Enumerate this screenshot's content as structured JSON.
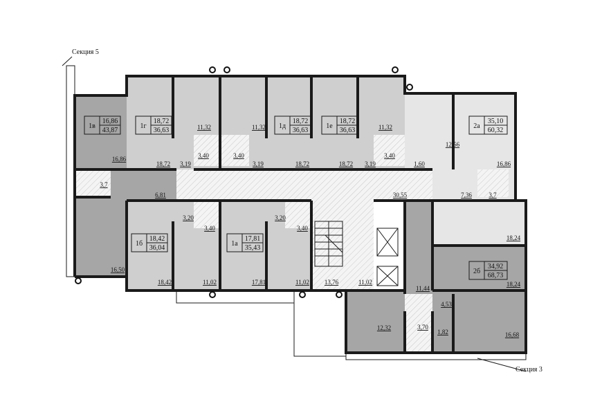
{
  "sections": {
    "left": "Секция 5",
    "right": "Секция 3"
  },
  "apartments": [
    {
      "id": "1в",
      "living": "16,86",
      "total": "43,87"
    },
    {
      "id": "1г",
      "living": "18,72",
      "total": "36,63"
    },
    {
      "id": "1д",
      "living": "18,72",
      "total": "36,63"
    },
    {
      "id": "1е",
      "living": "18,72",
      "total": "36,63"
    },
    {
      "id": "2а",
      "living": "35,10",
      "total": "60,32"
    },
    {
      "id": "1б",
      "living": "18,42",
      "total": "36,04"
    },
    {
      "id": "1а",
      "living": "17,81",
      "total": "35,43"
    },
    {
      "id": "2б",
      "living": "34,92",
      "total": "68,73"
    }
  ],
  "areas": [
    "16,86",
    "18,72",
    "11,32",
    "11,32",
    "3,40",
    "3,40",
    "3,19",
    "3,19",
    "18,72",
    "18,72",
    "3,19",
    "11,32",
    "3,40",
    "12,56",
    "1,60",
    "16,86",
    "3,7",
    "6,81",
    "30,55",
    "7,36",
    "3,7",
    "18,24",
    "3,20",
    "3,40",
    "3,20",
    "3,40",
    "16,50",
    "18,42",
    "11,02",
    "17,81",
    "11,02",
    "13,76",
    "11,02",
    "11,44",
    "18,24",
    "4,53",
    "12,32",
    "3,70",
    "1,82",
    "16,68"
  ],
  "colors": {
    "dark_room": "#a6a6a6",
    "mid_room": "#cfcfcf",
    "light_room": "#e6e6e6",
    "wall": "#1a1a1a"
  }
}
